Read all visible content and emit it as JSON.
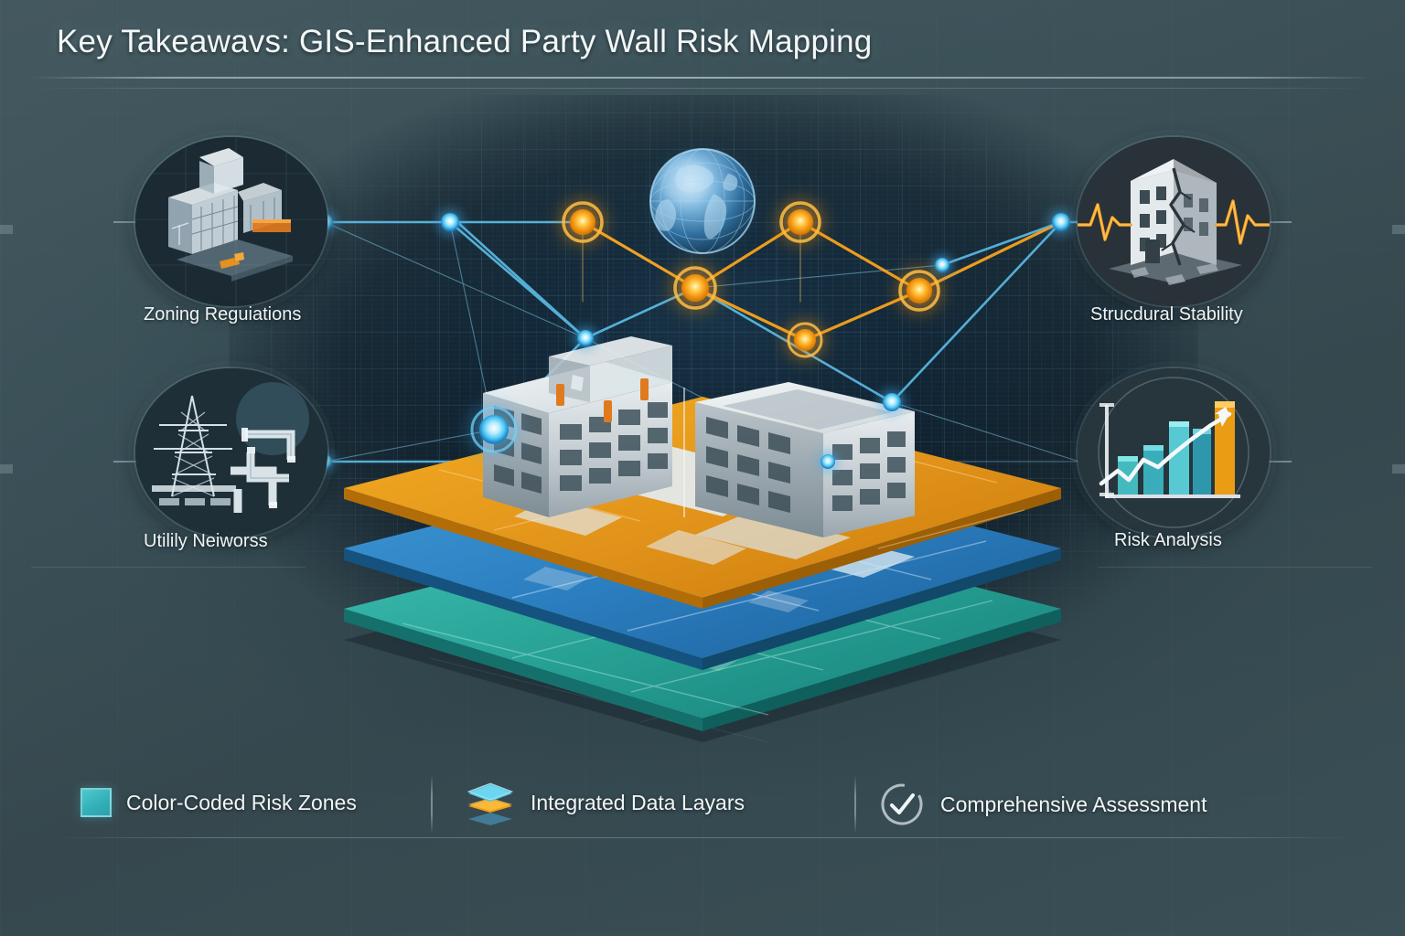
{
  "header": {
    "title": "Key Takeawavs: GIS-Enhanced Party Wall Risk Mapping"
  },
  "colors": {
    "background": "#3c5158",
    "panel_dark": "#0e2434",
    "accent_orange": "#f9a21b",
    "accent_cyan": "#4fc8f5",
    "risk_teal": "#33b0b8",
    "layer_orange": "#e89b18",
    "layer_blue": "#2a7fc1",
    "layer_green": "#2aa79c",
    "text": "#f0f5f7"
  },
  "badges": [
    {
      "id": "zoning-regulations",
      "label": "Zoning Reguiations",
      "icon": "blueprint-building-icon",
      "position": "top-left"
    },
    {
      "id": "utility-networks",
      "label": "Utilily Neiworss",
      "icon": "pylon-pipes-icon",
      "position": "bottom-left"
    },
    {
      "id": "structural-stability",
      "label": "Strucdural Stability",
      "icon": "cracked-building-waveform-icon",
      "position": "top-right"
    },
    {
      "id": "risk-analysis",
      "label": "Risk Analysis",
      "icon": "bar-chart-trend-icon",
      "position": "bottom-right"
    }
  ],
  "center": {
    "globe_icon": "globe-icon",
    "buildings_icon": "twin-buildings-icon",
    "layers": [
      {
        "name": "zoning-layer",
        "color": "#e89b18"
      },
      {
        "name": "hydrology-layer",
        "color": "#2a7fc1"
      },
      {
        "name": "risk-zone-layer",
        "color": "#2aa79c"
      }
    ],
    "nodes": {
      "orange_count": 5,
      "cyan_count": 9
    }
  },
  "legend": {
    "items": [
      {
        "id": "color-coded-risk-zones",
        "label": "Color-Coded Risk Zones",
        "icon": "teal-square-swatch"
      },
      {
        "id": "integrated-data-layers",
        "label": "Integrated Data Layars",
        "icon": "stacked-layers-icon"
      },
      {
        "id": "comprehensive-assessment",
        "label": "Comprehensive Assessment",
        "icon": "check-circle-icon"
      }
    ]
  }
}
